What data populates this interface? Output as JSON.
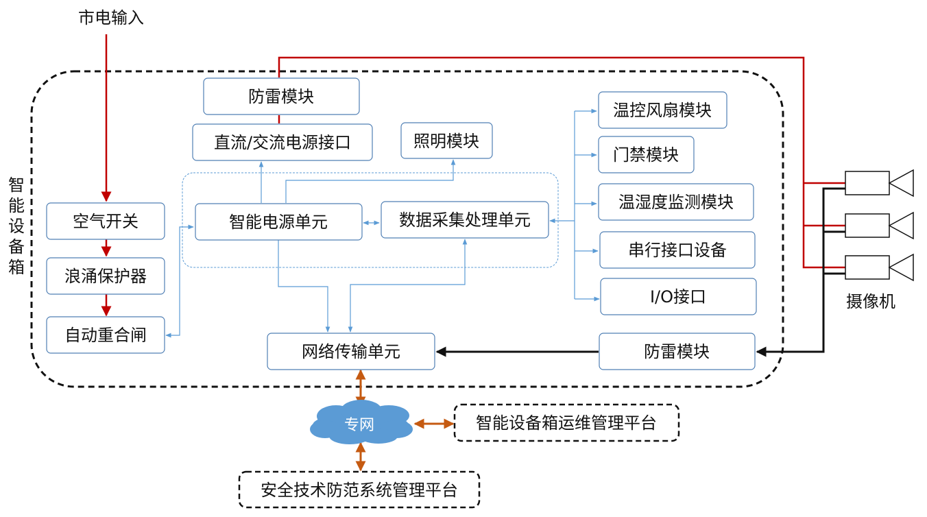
{
  "input_label": "市电输入",
  "enclosure_label": [
    "智",
    "能",
    "设",
    "备",
    "箱"
  ],
  "modules": {
    "air_switch": "空气开关",
    "surge_protector": "浪涌保护器",
    "auto_recloser": "自动重合闸",
    "lightning_top": "防雷模块",
    "dc_ac_interface": "直流/交流电源接口",
    "lighting": "照明模块",
    "smart_power": "智能电源单元",
    "data_unit": "数据采集处理单元",
    "network_unit": "网络传输单元",
    "fan": "温控风扇模块",
    "access_control": "门禁模块",
    "temp_humidity": "温湿度监测模块",
    "serial": "串行接口设备",
    "io": "I/O接口",
    "lightning_right": "防雷模块"
  },
  "camera_label": "摄像机",
  "private_network": "专网",
  "ops_platform": "智能设备箱运维管理平台",
  "security_platform": "安全技术防范系统管理平台",
  "colors": {
    "box_stroke": "#4f7fb4",
    "blue_line": "#5b9bd5",
    "red_line": "#c00000",
    "black_line": "#111111",
    "orange_line": "#c55a11",
    "cloud_fill": "#5b9bd5"
  }
}
